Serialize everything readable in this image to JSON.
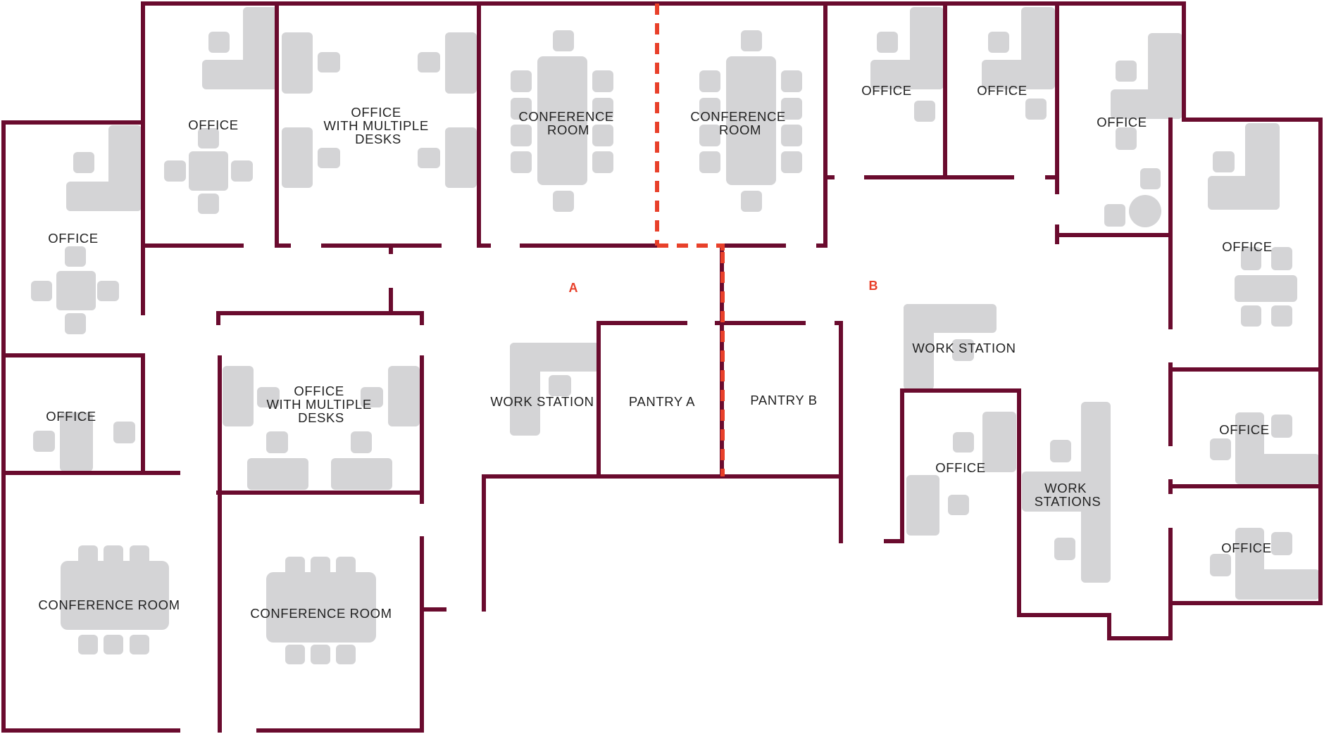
{
  "colors": {
    "wall": "#6a0b2e",
    "divider": "#e8402a",
    "furniture": "#d4d4d6",
    "label": "#222222"
  },
  "zones": {
    "a": "A",
    "b": "B"
  },
  "rooms": {
    "office_top_1": [
      "OFFICE"
    ],
    "office_multi_top": [
      "OFFICE",
      "WITH MULTIPLE",
      "DESKS"
    ],
    "conference_top_1": [
      "CONFERENCE",
      "ROOM"
    ],
    "conference_top_2": [
      "CONFERENCE",
      "ROOM"
    ],
    "office_top_2": [
      "OFFICE"
    ],
    "office_top_3": [
      "OFFICE"
    ],
    "office_top_4": [
      "OFFICE"
    ],
    "office_left_1": [
      "OFFICE"
    ],
    "office_left_2": [
      "OFFICE"
    ],
    "office_multi_mid": [
      "OFFICE",
      "WITH MULTIPLE",
      "DESKS"
    ],
    "workstation_a": [
      "WORK STATION"
    ],
    "pantry_a": [
      "PANTRY A"
    ],
    "pantry_b": [
      "PANTRY B"
    ],
    "workstation_b": [
      "WORK STATION"
    ],
    "office_mid_right": [
      "OFFICE"
    ],
    "workstations": [
      "WORK",
      "STATIONS"
    ],
    "office_right_1": [
      "OFFICE"
    ],
    "office_right_2": [
      "OFFICE"
    ],
    "office_right_3": [
      "OFFICE"
    ],
    "conference_bottom_1": [
      "CONFERENCE ROOM"
    ],
    "conference_bottom_2": [
      "CONFERENCE ROOM"
    ]
  }
}
